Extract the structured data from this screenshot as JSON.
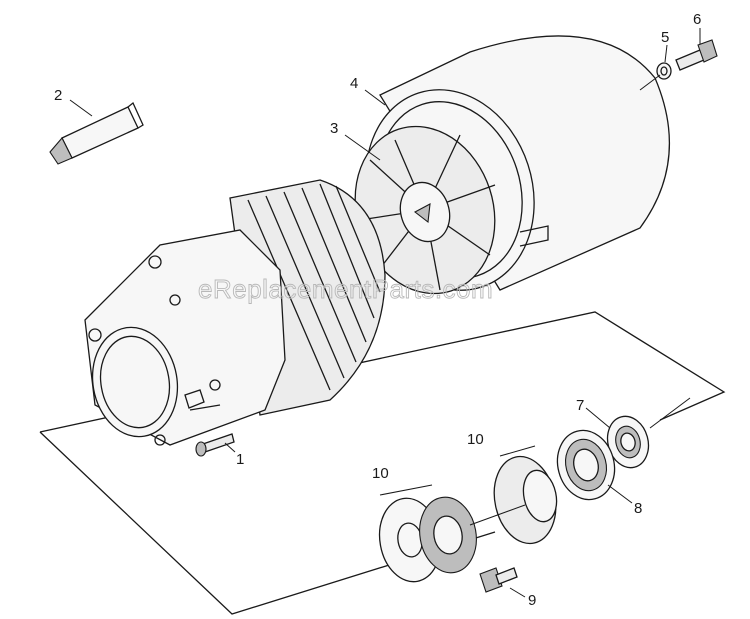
{
  "watermark": "eReplacementParts.com",
  "callouts": {
    "c1": "1",
    "c2": "2",
    "c3": "3",
    "c4": "4",
    "c5": "5",
    "c6": "6",
    "c7": "7",
    "c8": "8",
    "c9": "9",
    "c10a": "10",
    "c10b": "10"
  },
  "parts": [
    {
      "id": "1",
      "icon": "screw-icon"
    },
    {
      "id": "2",
      "icon": "grease-tube-icon"
    },
    {
      "id": "3",
      "icon": "fan-icon"
    },
    {
      "id": "4",
      "icon": "fan-cover-icon"
    },
    {
      "id": "5",
      "icon": "washer-icon"
    },
    {
      "id": "6",
      "icon": "bolt-icon"
    },
    {
      "id": "7",
      "icon": "shaft-seal-icon"
    },
    {
      "id": "8",
      "icon": "ball-bearing-icon"
    },
    {
      "id": "9",
      "icon": "bolt-icon"
    },
    {
      "id": "10",
      "icon": "thrust-bearing-icon"
    }
  ]
}
